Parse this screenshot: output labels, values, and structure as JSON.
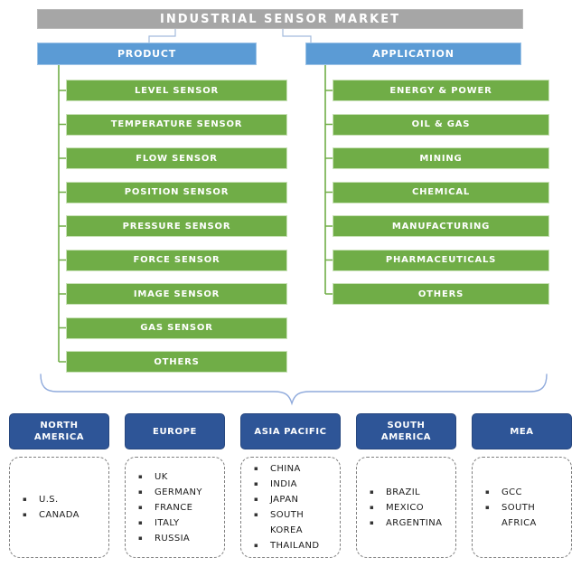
{
  "title": "INDUSTRIAL SENSOR MARKET",
  "branches": [
    {
      "label": "PRODUCT",
      "items": [
        "LEVEL SENSOR",
        "TEMPERATURE SENSOR",
        "FLOW SENSOR",
        "POSITION SENSOR",
        "PRESSURE SENSOR",
        "FORCE SENSOR",
        "IMAGE SENSOR",
        "GAS SENSOR",
        "OTHERS"
      ]
    },
    {
      "label": "APPLICATION",
      "items": [
        "ENERGY & POWER",
        "OIL & GAS",
        "MINING",
        "CHEMICAL",
        "MANUFACTURING",
        "PHARMACEUTICALS",
        "OTHERS"
      ]
    }
  ],
  "regions": [
    {
      "label": "NORTH\nAMERICA",
      "countries": [
        "U.S.",
        "CANADA"
      ]
    },
    {
      "label": "EUROPE",
      "countries": [
        "UK",
        "GERMANY",
        "FRANCE",
        "ITALY",
        "RUSSIA"
      ]
    },
    {
      "label": "ASIA PACIFIC",
      "countries": [
        "CHINA",
        "INDIA",
        "JAPAN",
        "SOUTH KOREA",
        "THAILAND"
      ]
    },
    {
      "label": "SOUTH\nAMERICA",
      "countries": [
        "BRAZIL",
        "MEXICO",
        "ARGENTINA"
      ]
    },
    {
      "label": "MEA",
      "countries": [
        "GCC",
        "SOUTH AFRICA"
      ]
    }
  ],
  "colors": {
    "title-gray": "#a6a6a6",
    "branch-blue": "#5b9bd5",
    "branch-blue-border": "#9dc3e6",
    "segment-green": "#70ad47",
    "segment-green-border": "#c9e2b8",
    "region-navy": "#2e5597",
    "connector-blue": "#a3bbdd",
    "brace-blue": "#8faadc",
    "connector-green": "#70ad47",
    "list-text": "#1a1a1a"
  }
}
